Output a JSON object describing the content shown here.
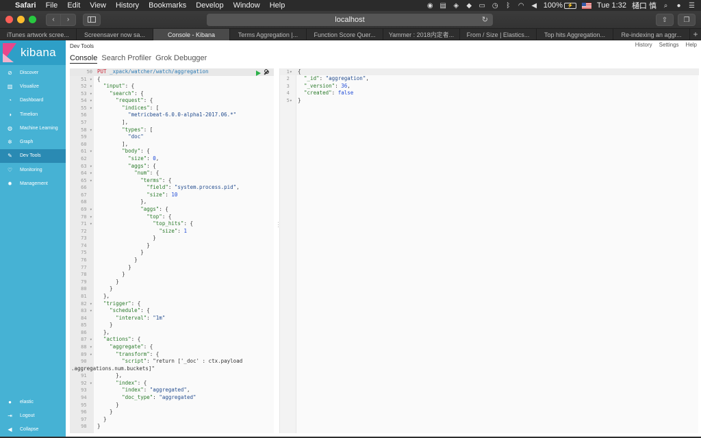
{
  "menubar": {
    "app": "Safari",
    "menus": [
      "File",
      "Edit",
      "View",
      "History",
      "Bookmarks",
      "Develop",
      "Window",
      "Help"
    ],
    "battery": "100%",
    "time": "Tue 1:32",
    "user": "樋口 慎"
  },
  "browser": {
    "url": "localhost",
    "tabs": [
      "iTunes artwork scree...",
      "Screensaver now sa...",
      "Console - Kibana",
      "Terms Aggregation |...",
      "Function Score Quer...",
      "Yammer : 2018内定者...",
      "From / Size | Elastics...",
      "Top hits Aggregation...",
      "Re-indexing an aggr..."
    ],
    "active_tab": 2
  },
  "kibana": {
    "logo_text": "kibana",
    "nav": [
      {
        "label": "Discover",
        "icon": "compass-icon"
      },
      {
        "label": "Visualize",
        "icon": "bar-chart-icon"
      },
      {
        "label": "Dashboard",
        "icon": "dashboard-icon"
      },
      {
        "label": "Timelion",
        "icon": "timelion-icon"
      },
      {
        "label": "Machine Learning",
        "icon": "machine-learning-icon"
      },
      {
        "label": "Graph",
        "icon": "graph-icon"
      },
      {
        "label": "Dev Tools",
        "icon": "wrench-icon"
      },
      {
        "label": "Monitoring",
        "icon": "heartbeat-icon"
      },
      {
        "label": "Management",
        "icon": "gear-icon"
      }
    ],
    "nav_active": 6,
    "nav_bottom": [
      {
        "label": "elastic",
        "icon": "user-icon"
      },
      {
        "label": "Logout",
        "icon": "logout-icon"
      },
      {
        "label": "Collapse",
        "icon": "collapse-icon"
      }
    ],
    "header": {
      "title": "Dev Tools",
      "links": [
        "History",
        "Settings",
        "Help"
      ]
    },
    "devtools_tabs": [
      "Console",
      "Search Profiler",
      "Grok Debugger"
    ],
    "devtools_active": 0
  },
  "console": {
    "request_line": {
      "number": "50",
      "method": "PUT",
      "path": "_xpack/watcher/watch/aggregation"
    },
    "lines": [
      {
        "n": "51",
        "f": true,
        "t": "{"
      },
      {
        "n": "52",
        "f": true,
        "t": "  \"input\": {"
      },
      {
        "n": "53",
        "f": true,
        "t": "    \"search\": {"
      },
      {
        "n": "54",
        "f": true,
        "t": "      \"request\": {"
      },
      {
        "n": "55",
        "f": true,
        "t": "        \"indices\": ["
      },
      {
        "n": "56",
        "f": false,
        "t": "          \"metricbeat-6.0.0-alpha1-2017.06.*\""
      },
      {
        "n": "57",
        "f": false,
        "t": "        ],"
      },
      {
        "n": "58",
        "f": true,
        "t": "        \"types\": ["
      },
      {
        "n": "59",
        "f": false,
        "t": "          \"doc\""
      },
      {
        "n": "60",
        "f": false,
        "t": "        ],"
      },
      {
        "n": "61",
        "f": true,
        "t": "        \"body\": {"
      },
      {
        "n": "62",
        "f": false,
        "t": "          \"size\": 0,"
      },
      {
        "n": "63",
        "f": true,
        "t": "          \"aggs\": {"
      },
      {
        "n": "64",
        "f": true,
        "t": "            \"num\": {"
      },
      {
        "n": "65",
        "f": true,
        "t": "              \"terms\": {"
      },
      {
        "n": "66",
        "f": false,
        "t": "                \"field\": \"system.process.pid\","
      },
      {
        "n": "67",
        "f": false,
        "t": "                \"size\": 10"
      },
      {
        "n": "68",
        "f": false,
        "t": "              },"
      },
      {
        "n": "69",
        "f": true,
        "t": "              \"aggs\": {"
      },
      {
        "n": "70",
        "f": true,
        "t": "                \"top\": {"
      },
      {
        "n": "71",
        "f": true,
        "t": "                  \"top_hits\": {"
      },
      {
        "n": "72",
        "f": false,
        "t": "                    \"size\": 1"
      },
      {
        "n": "73",
        "f": false,
        "t": "                  }"
      },
      {
        "n": "74",
        "f": false,
        "t": "                }"
      },
      {
        "n": "75",
        "f": false,
        "t": "              }"
      },
      {
        "n": "76",
        "f": false,
        "t": "            }"
      },
      {
        "n": "77",
        "f": false,
        "t": "          }"
      },
      {
        "n": "78",
        "f": false,
        "t": "        }"
      },
      {
        "n": "79",
        "f": false,
        "t": "      }"
      },
      {
        "n": "80",
        "f": false,
        "t": "    }"
      },
      {
        "n": "81",
        "f": false,
        "t": "  },"
      },
      {
        "n": "82",
        "f": true,
        "t": "  \"trigger\": {"
      },
      {
        "n": "83",
        "f": true,
        "t": "    \"schedule\": {"
      },
      {
        "n": "84",
        "f": false,
        "t": "      \"interval\": \"1m\""
      },
      {
        "n": "85",
        "f": false,
        "t": "    }"
      },
      {
        "n": "86",
        "f": false,
        "t": "  },"
      },
      {
        "n": "87",
        "f": true,
        "t": "  \"actions\": {"
      },
      {
        "n": "88",
        "f": true,
        "t": "    \"aggregate\": {"
      },
      {
        "n": "89",
        "f": true,
        "t": "      \"transform\": {"
      },
      {
        "n": "90",
        "f": false,
        "t": "        \"script\": \"return ['_doc' : ctx.payload"
      },
      {
        "n": "",
        "f": false,
        "t": ".aggregations.num.buckets]\"",
        "cont": true
      },
      {
        "n": "91",
        "f": false,
        "t": "      },"
      },
      {
        "n": "92",
        "f": true,
        "t": "      \"index\": {"
      },
      {
        "n": "93",
        "f": false,
        "t": "        \"index\": \"aggregated\","
      },
      {
        "n": "94",
        "f": false,
        "t": "        \"doc_type\": \"aggregated\""
      },
      {
        "n": "95",
        "f": false,
        "t": "      }"
      },
      {
        "n": "96",
        "f": false,
        "t": "    }"
      },
      {
        "n": "97",
        "f": false,
        "t": "  }"
      },
      {
        "n": "98",
        "f": false,
        "t": "}"
      }
    ]
  },
  "response": {
    "lines": [
      {
        "n": "1",
        "f": true,
        "t": "{"
      },
      {
        "n": "2",
        "f": false,
        "t": "  \"_id\": \"aggregation\","
      },
      {
        "n": "3",
        "f": false,
        "t": "  \"_version\": 36,"
      },
      {
        "n": "4",
        "f": false,
        "t": "  \"created\": false"
      },
      {
        "n": "5",
        "f": true,
        "t": "}"
      }
    ]
  }
}
